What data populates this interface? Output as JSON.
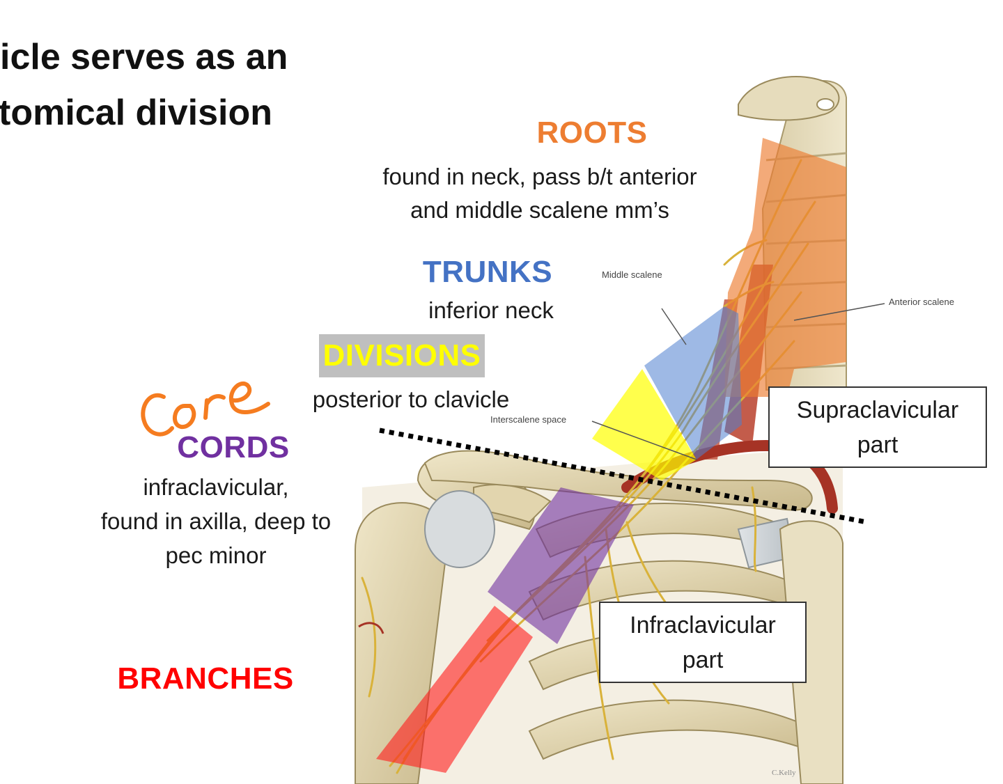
{
  "title": {
    "line1": "icle serves as an",
    "line2": "tomical division"
  },
  "roots": {
    "heading": "ROOTS",
    "line1": "found in neck, pass b/t anterior",
    "line2": "and middle scalene mm’s",
    "color": "#ed7d31"
  },
  "trunks": {
    "heading": "TRUNKS",
    "desc": "inferior neck",
    "color": "#4472c4"
  },
  "divisions": {
    "heading": "DIVISIONS",
    "desc": "posterior to clavicle",
    "color": "#ffff00",
    "highlight": "#bfbfbf"
  },
  "cords": {
    "heading": "CORDS",
    "line1": "infraclavicular,",
    "line2": "found in axilla, deep to",
    "line3": "pec minor",
    "color": "#7030a0",
    "handwritten_note": "core",
    "handwritten_color": "#f57c20"
  },
  "branches": {
    "heading": "BRANCHES",
    "color": "#ff0000"
  },
  "labels": {
    "middle_scalene": "Middle scalene",
    "anterior_scalene": "Anterior scalene",
    "interscalene_space": "Interscalene space"
  },
  "boxes": {
    "supraclavicular": {
      "line1": "Supraclavicular",
      "line2": "part"
    },
    "infraclavicular": {
      "line1": "Infraclavicular",
      "line2": "part"
    }
  }
}
